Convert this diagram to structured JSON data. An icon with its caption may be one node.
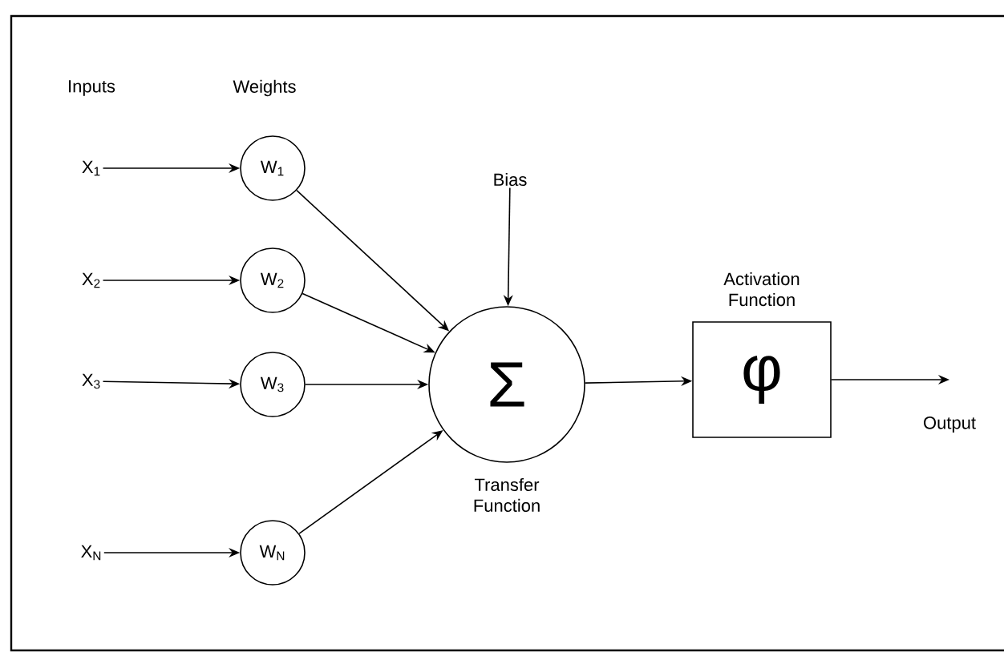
{
  "diagram": {
    "nodes": [
      {
        "text": [
          "X$_{1}$"
        ]
      },
      {
        "text": [
          "X$_{2}$"
        ]
      },
      {
        "text": [
          "X$_{3}$"
        ]
      },
      {
        "text": [
          "X$_{N}$"
        ]
      },
      {
        "text": [
          "W$_{1}$"
        ]
      },
      {
        "text": [
          "W$_{2}$"
        ]
      },
      {
        "text": [
          "W$_{3}$"
        ]
      },
      {
        "text": [
          "W$_{N}$"
        ]
      },
      {
        "text": [
          "Σ"
        ],
        "beside": [
          "Transfer Function"
        ]
      },
      {
        "text": [
          "Bias"
        ]
      },
      {
        "text": [
          "Activation Function",
          "φ"
        ]
      }
    ],
    "edges": [
      {
        "from": 0,
        "to": 4,
        "arrow": "to"
      },
      {
        "from": 1,
        "to": 5,
        "arrow": "to"
      },
      {
        "from": 2,
        "to": 6,
        "arrow": "to"
      },
      {
        "from": 3,
        "to": 7,
        "arrow": "to"
      },
      {
        "from": 4,
        "to": 8,
        "arrow": "to"
      },
      {
        "from": 5,
        "to": 8,
        "arrow": "to"
      },
      {
        "from": 6,
        "to": 8,
        "arrow": "to"
      },
      {
        "from": 7,
        "to": 8,
        "arrow": "to"
      },
      {
        "from": 9,
        "to": 8,
        "arrow": "to"
      },
      {
        "from": 8,
        "to": 10,
        "arrow": "to"
      },
      {
        "from": 10,
        "to": null,
        "arrow": "to"
      }
    ],
    "labels": [
      "Inputs",
      "Weights",
      "Output"
    ]
  }
}
